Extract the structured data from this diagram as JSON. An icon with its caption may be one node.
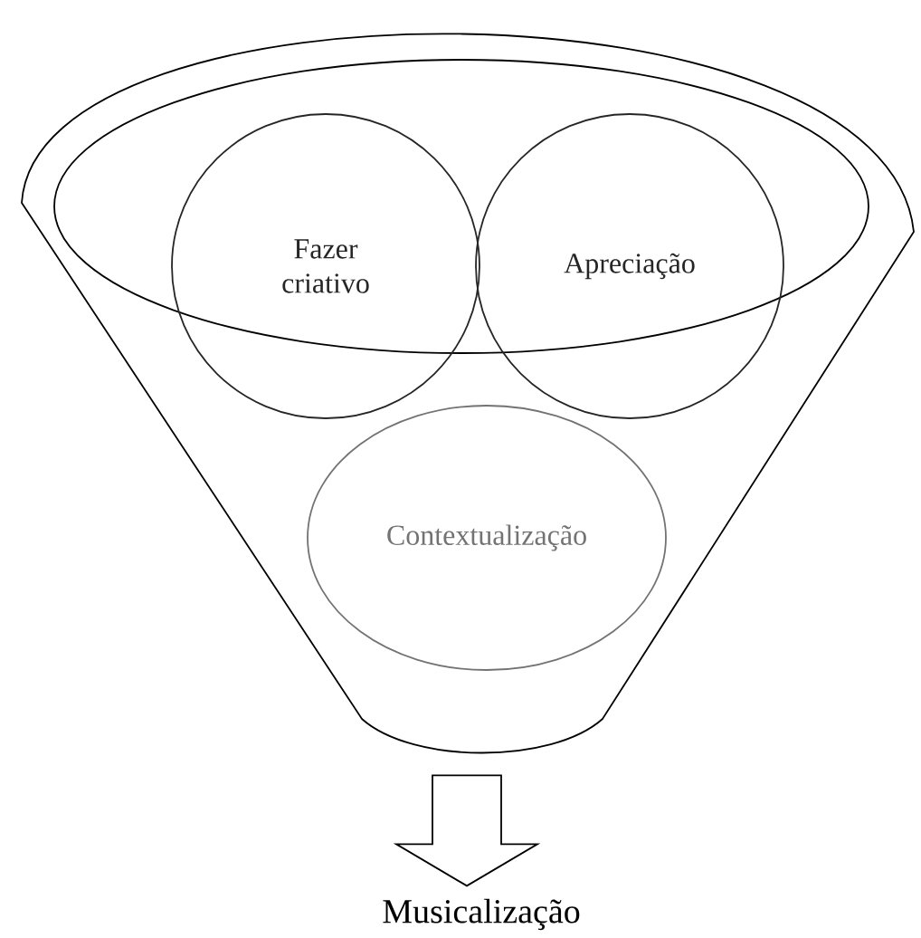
{
  "diagram": {
    "nodes": [
      {
        "text": [],
        "shape": "funnel"
      },
      {
        "text": [],
        "shape": "ellipse",
        "in": 0
      },
      {
        "text": [
          "Fazer criativo"
        ],
        "in": 0
      },
      {
        "text": [
          "Apreciação"
        ],
        "in": 0
      },
      {
        "text": [
          "Contextualização"
        ],
        "in": 0
      },
      {
        "text": [
          "Musicalização"
        ]
      }
    ],
    "edges": [
      {
        "from": 0,
        "to": 5,
        "arrow": "to"
      }
    ]
  }
}
